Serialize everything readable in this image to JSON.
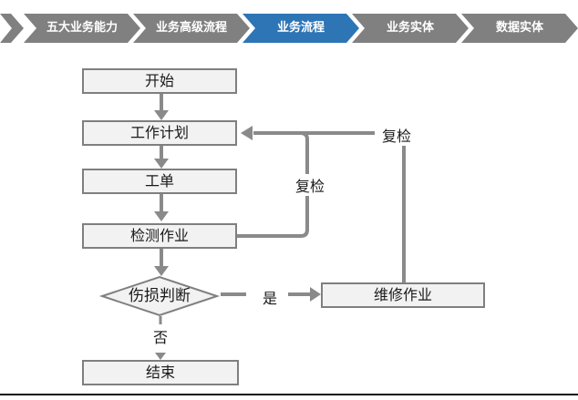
{
  "nav": {
    "tabs": [
      {
        "label": "五大业务能力",
        "active": false
      },
      {
        "label": "业务高级流程",
        "active": false
      },
      {
        "label": "业务流程",
        "active": true
      },
      {
        "label": "业务实体",
        "active": false
      },
      {
        "label": "数据实体",
        "active": false
      }
    ],
    "colors": {
      "active": "#2E75B6",
      "inactive": "#808080",
      "text": "#ffffff"
    }
  },
  "flowchart": {
    "nodes": {
      "start": {
        "label": "开始",
        "type": "process"
      },
      "work_plan": {
        "label": "工作计划",
        "type": "process"
      },
      "work_order": {
        "label": "工单",
        "type": "process"
      },
      "inspection": {
        "label": "检测作业",
        "type": "process"
      },
      "damage_decision": {
        "label": "伤损判断",
        "type": "decision"
      },
      "repair": {
        "label": "维修作业",
        "type": "process"
      },
      "end": {
        "label": "结束",
        "type": "process"
      }
    },
    "edge_labels": {
      "yes": "是",
      "no": "否",
      "recheck_loop": "复检",
      "recheck_repair": "复检"
    },
    "colors": {
      "box_fill": "#f2f2f2",
      "box_border": "#7f7f7f",
      "connector": "#8a8a8a",
      "text": "#1a1a1a"
    }
  }
}
